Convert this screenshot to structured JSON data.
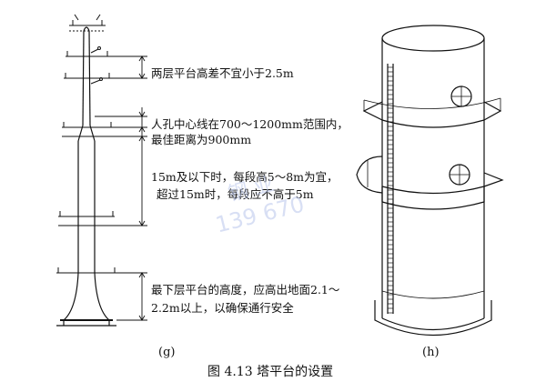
{
  "annotations": {
    "height_diff": "两层平台高差不宜小于2.5m",
    "manhole_line1": "人孔中心线在700～1200mm范围内，",
    "manhole_line2": "最佳距离为900mm",
    "spacing_line1": "15m及以下时，每段高5～8m为宜，",
    "spacing_line2": "超过15m时，每段应不高于5m",
    "bottom_line1": "最下层平台的高度，应高出地面2.1～",
    "bottom_line2": "2.2m以上，以确保通行安全"
  },
  "panel_labels": {
    "left": "(g)",
    "right": "(h)"
  },
  "caption": "图 4.13   塔平台的设置",
  "watermark": {
    "line1": "钢   业",
    "line2": "139  670"
  }
}
